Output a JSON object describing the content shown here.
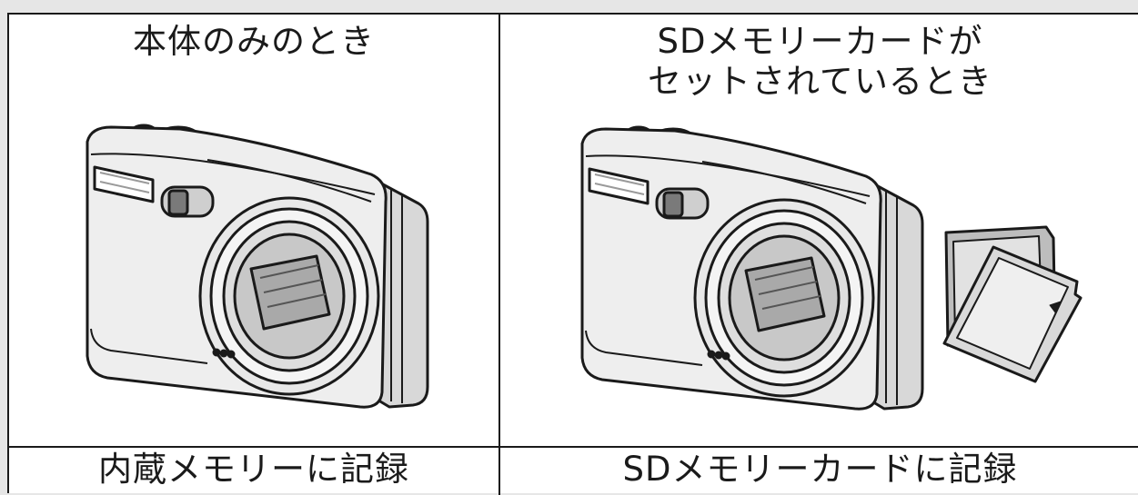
{
  "cells": {
    "top_left": "本体のみのとき",
    "top_right": "SDメモリーカードが\nセットされているとき",
    "bottom_left": "内蔵メモリーに記録",
    "bottom_right": "SDメモリーカードに記録"
  },
  "colors": {
    "background": "#e6e6e6",
    "line": "#1a1a1a",
    "camera_body": "#eeeeee",
    "camera_shadow": "#cfcfcf",
    "lens_glass": "#a9a9a9",
    "card_fill": "#d9d9d9"
  },
  "illustrations": {
    "left": "camera-icon",
    "right": [
      "camera-icon",
      "sd-card-icon"
    ]
  }
}
